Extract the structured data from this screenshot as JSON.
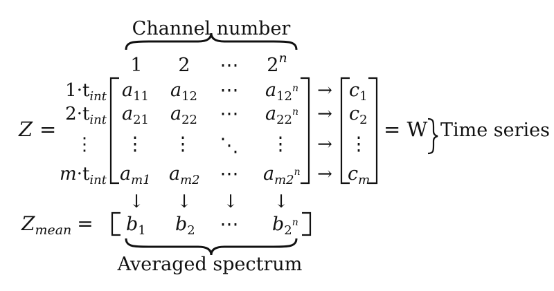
{
  "top_brace_label": "Channel number",
  "bottom_brace_label": "Averaged spectrum",
  "z_label": "Z",
  "equals": "=",
  "column_headers": [
    {
      "base": "1",
      "sup": ""
    },
    {
      "base": "2",
      "sup": ""
    },
    {
      "base": "⋯",
      "sup": ""
    },
    {
      "base": "2",
      "sup": "n"
    }
  ],
  "row_labels": [
    {
      "coef": "1",
      "dot": "·",
      "t": "t",
      "sub": "int"
    },
    {
      "coef": "2",
      "dot": "·",
      "t": "t",
      "sub": "int"
    },
    {
      "coef": "⋮",
      "dot": "",
      "t": "",
      "sub": ""
    },
    {
      "coef": "m",
      "dot": "·",
      "t": "t",
      "sub": "int"
    }
  ],
  "matrix": [
    [
      {
        "b": "a",
        "s": "11",
        "sup": ""
      },
      {
        "b": "a",
        "s": "12",
        "sup": ""
      },
      {
        "b": "⋯",
        "s": "",
        "sup": ""
      },
      {
        "b": "a",
        "s": "12",
        "sup": "n"
      }
    ],
    [
      {
        "b": "a",
        "s": "21",
        "sup": ""
      },
      {
        "b": "a",
        "s": "22",
        "sup": ""
      },
      {
        "b": "⋯",
        "s": "",
        "sup": ""
      },
      {
        "b": "a",
        "s": "22",
        "sup": "n"
      }
    ],
    [
      {
        "b": "⋮",
        "s": "",
        "sup": ""
      },
      {
        "b": "⋮",
        "s": "",
        "sup": ""
      },
      {
        "b": "⋱",
        "s": "",
        "sup": ""
      },
      {
        "b": "⋮",
        "s": "",
        "sup": ""
      }
    ],
    [
      {
        "b": "a",
        "s": "m1",
        "sup": ""
      },
      {
        "b": "a",
        "s": "m2",
        "sup": ""
      },
      {
        "b": "⋯",
        "s": "",
        "sup": ""
      },
      {
        "b": "a",
        "s": "m2",
        "sup": "n"
      }
    ]
  ],
  "row_arrow": "→",
  "c_vector": [
    {
      "b": "c",
      "s": "1"
    },
    {
      "b": "c",
      "s": "2"
    },
    {
      "b": "⋮",
      "s": ""
    },
    {
      "b": "c",
      "s": "m"
    }
  ],
  "w_label": "= W",
  "time_series_label": "Time series",
  "down_arrow": "↓",
  "zmean_label": {
    "base": "Z",
    "sub": "mean",
    "eq": "="
  },
  "b_vector": [
    {
      "b": "b",
      "s": "1",
      "sup": ""
    },
    {
      "b": "b",
      "s": "2",
      "sup": ""
    },
    {
      "b": "⋯",
      "s": "",
      "sup": ""
    },
    {
      "b": "b",
      "s": "2",
      "sup": "n"
    }
  ]
}
